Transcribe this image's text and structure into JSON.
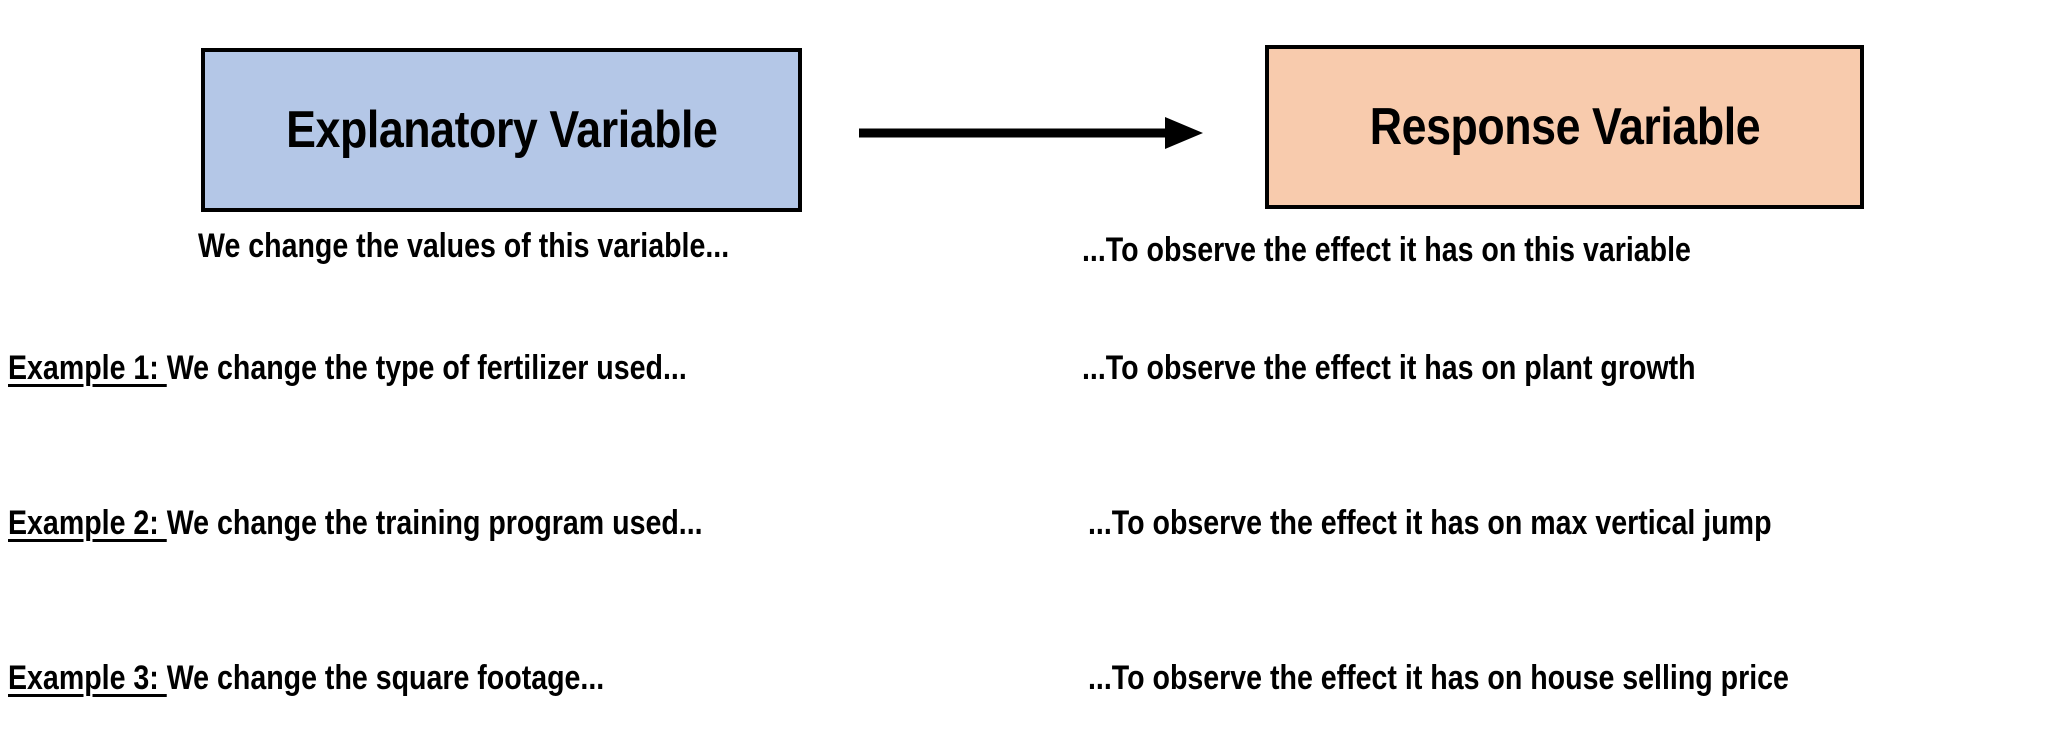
{
  "diagram": {
    "boxes": {
      "explanatory": {
        "label": "Explanatory Variable",
        "fill_color": "#B4C7E7",
        "border_color": "#000000"
      },
      "response": {
        "label": "Response Variable",
        "fill_color": "#F8CBAD",
        "border_color": "#000000"
      }
    },
    "arrow": {
      "icon": "right-arrow-icon",
      "color": "#000000",
      "direction": "left-to-right"
    },
    "captions": {
      "left": "We change the values of this variable...",
      "right": "...To observe the effect it has on this variable"
    },
    "examples": [
      {
        "tag": "Example 1: ",
        "left": "We change the type of fertilizer used...",
        "right": "...To observe the effect it has on plant growth"
      },
      {
        "tag": "Example 2: ",
        "left": "We change the training program used...",
        "right": "...To observe the effect it has on max vertical jump"
      },
      {
        "tag": "Example 3: ",
        "left": "We change the square footage...",
        "right": "...To observe the effect it has on house selling price"
      }
    ]
  }
}
